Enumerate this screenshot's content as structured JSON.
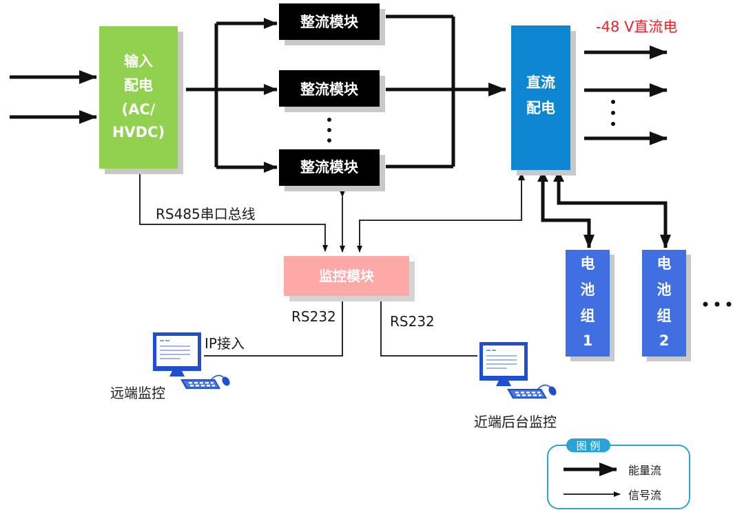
{
  "input_block": {
    "lines": [
      "输入",
      "配电",
      "(AC/",
      "HVDC)"
    ]
  },
  "rectifiers": [
    {
      "label": "整流模块"
    },
    {
      "label": "整流模块"
    },
    {
      "label": "整流模块"
    }
  ],
  "dc_block": {
    "lines": [
      "直流",
      "配电"
    ]
  },
  "output_label": "-48 V直流电",
  "monitor_block": {
    "label": "监控模块"
  },
  "batteries": [
    {
      "lines": [
        "电",
        "池",
        "组",
        "1"
      ]
    },
    {
      "lines": [
        "电",
        "池",
        "组",
        "2"
      ]
    }
  ],
  "labels": {
    "bus": "RS485串口总线",
    "rs232_left": "RS232",
    "rs232_right": "RS232",
    "ip_access": "IP接入",
    "remote_monitor": "远端监控",
    "local_monitor": "近端后台监控"
  },
  "legend": {
    "title": "图 例",
    "energy_flow": "能量流",
    "signal_flow": "信号流"
  },
  "colors": {
    "input_green": "#92d050",
    "dc_blue": "#0f86d2",
    "battery_blue": "#3f6fe0",
    "monitor_pink": "#ffa8a8",
    "output_red": "#e8232a",
    "legend_border": "#29a3d6"
  }
}
